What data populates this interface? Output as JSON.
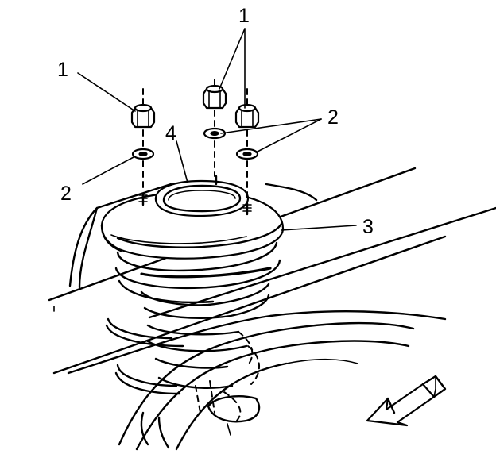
{
  "callouts": {
    "nuts_left": "1",
    "nuts_top": "1",
    "washers_right": "2",
    "washer_left": "2",
    "spring_seat": "3",
    "insulator": "4"
  },
  "colors": {
    "ink": "#000000",
    "paper": "#ffffff"
  },
  "icons": {
    "direction_arrow": "front-direction-arrow-icon"
  }
}
